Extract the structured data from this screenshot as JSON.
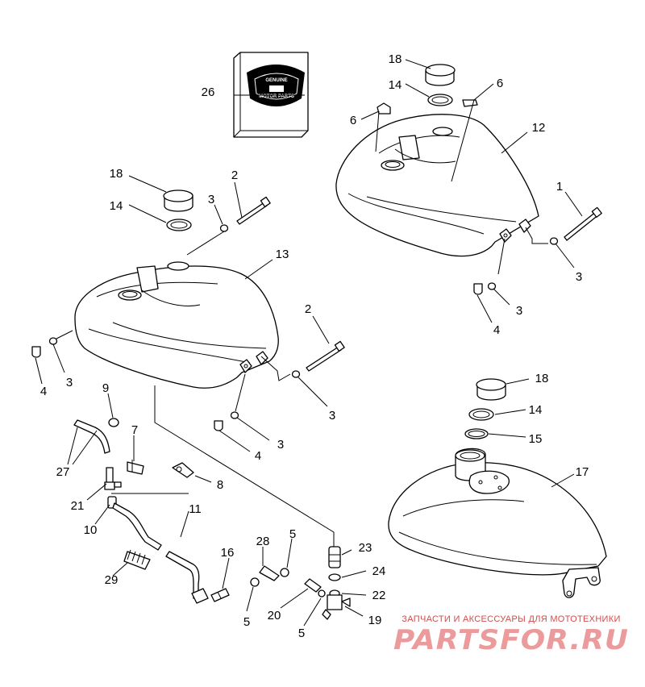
{
  "labels": {
    "l1": "1",
    "l2a": "2",
    "l2b": "2",
    "l3a": "3",
    "l3b": "3",
    "l3c": "3",
    "l3d": "3",
    "l3e": "3",
    "l3f": "3",
    "l4a": "4",
    "l4b": "4",
    "l4c": "4",
    "l5a": "5",
    "l5b": "5",
    "l5c": "5",
    "l6a": "6",
    "l6b": "6",
    "l7": "7",
    "l8": "8",
    "l9": "9",
    "l10": "10",
    "l11": "11",
    "l12": "12",
    "l13": "13",
    "l14a": "14",
    "l14b": "14",
    "l14c": "14",
    "l15": "15",
    "l16": "16",
    "l17": "17",
    "l18a": "18",
    "l18b": "18",
    "l18c": "18",
    "l19": "19",
    "l20": "20",
    "l21": "21",
    "l22": "22",
    "l23": "23",
    "l24": "24",
    "l26": "26",
    "l27": "27",
    "l28": "28",
    "l29": "29"
  },
  "book": {
    "line1": "GENUINE",
    "line2": "MOTOR PARTS"
  },
  "watermark": {
    "tagline": "ЗАПЧАСТИ И АКСЕССУАРЫ ДЛЯ МОТОТЕХНИКИ",
    "name": "PARTSFOR.RU"
  },
  "colors": {
    "line": "#000000",
    "watermark": "#e57a7a",
    "watermark_tagline": "#d24b4b"
  }
}
